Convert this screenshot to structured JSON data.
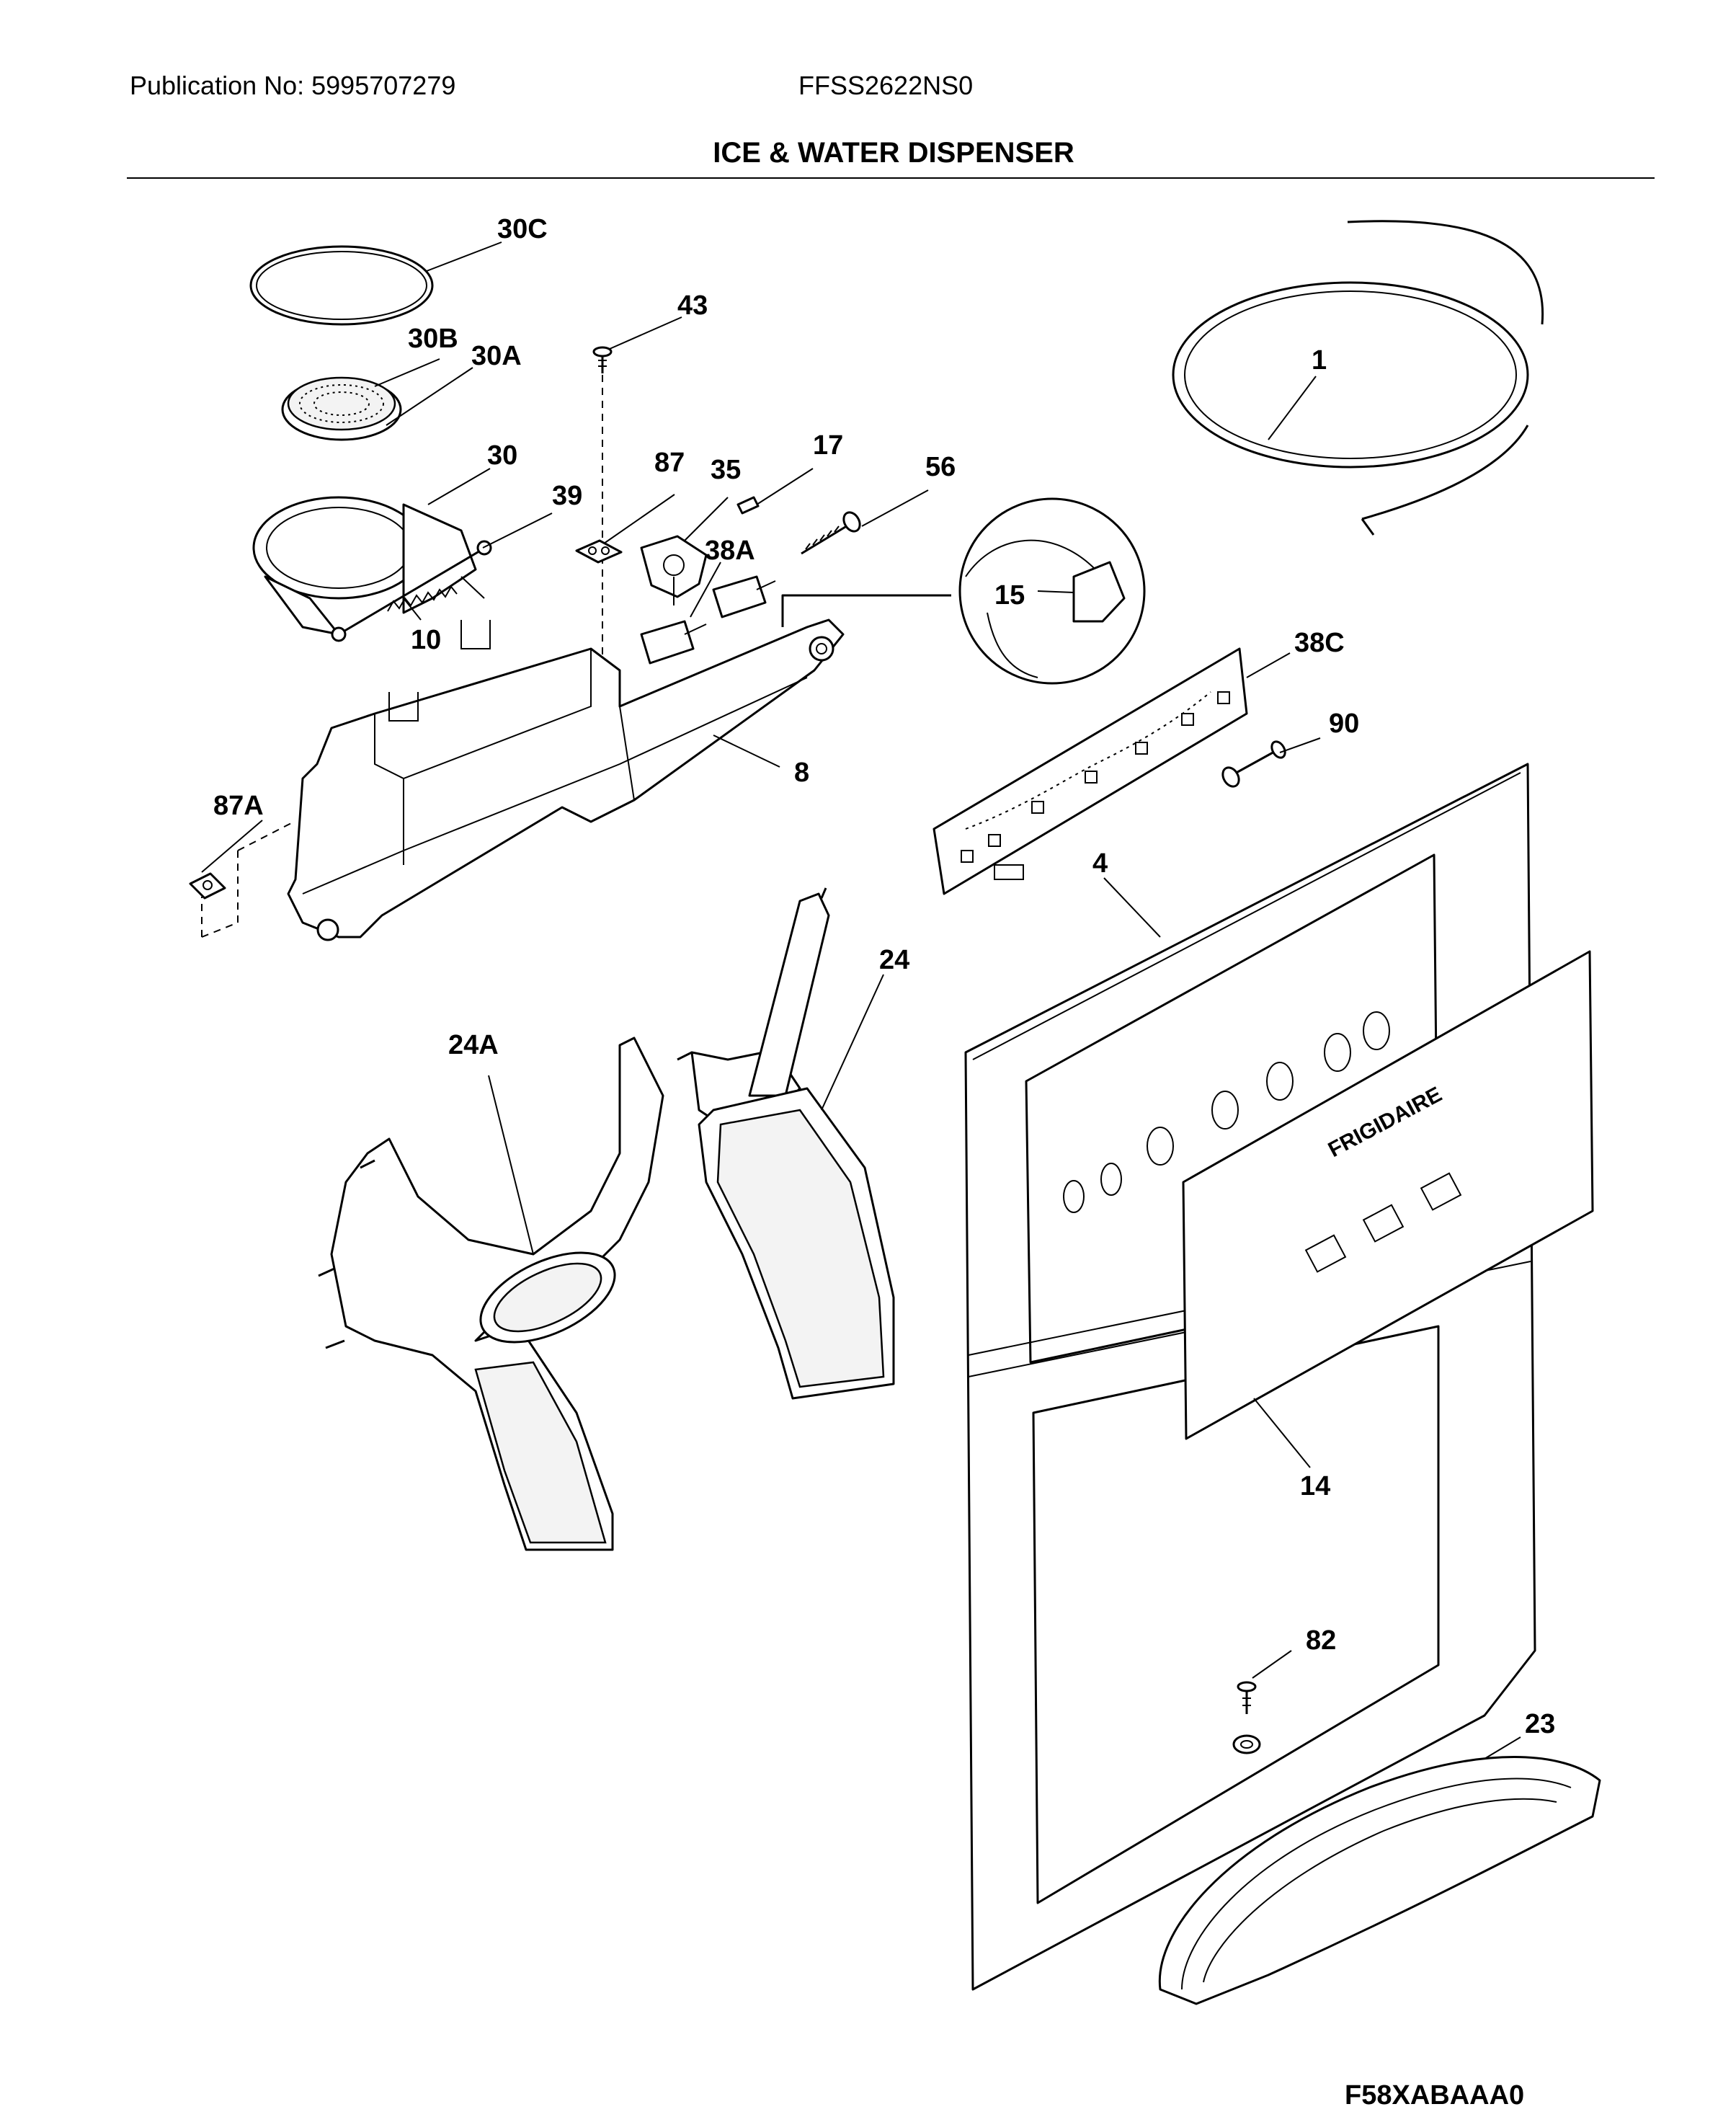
{
  "header": {
    "publication": "Publication No: 5995707279",
    "model": "FFSS2622NS0",
    "title": "ICE & WATER DISPENSER"
  },
  "footer": {
    "drawing_code": "F58XABAAA0"
  },
  "overlay": {
    "brand": "FRIGIDAIRE"
  },
  "callouts": {
    "p30C": "30C",
    "p43": "43",
    "p30B": "30B",
    "p30A": "30A",
    "p1": "1",
    "p30": "30",
    "p87": "87",
    "p35": "35",
    "p17": "17",
    "p56": "56",
    "p39": "39",
    "p38A": "38A",
    "p15": "15",
    "p10": "10",
    "p38C": "38C",
    "p90": "90",
    "p8": "8",
    "p87A": "87A",
    "p4": "4",
    "p24": "24",
    "p24A": "24A",
    "p14": "14",
    "p82": "82",
    "p23": "23"
  }
}
